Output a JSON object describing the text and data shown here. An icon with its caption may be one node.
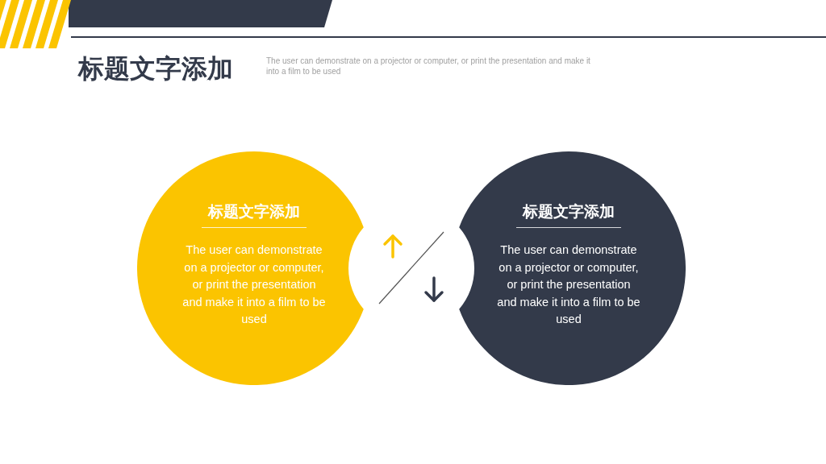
{
  "diagram": {
    "title": "标题文字添加",
    "nodes": [
      {
        "text": [
          "标题文字添加",
          "The user can demonstrate on a projector or computer, or print the presentation and make it into a film to be used"
        ]
      },
      {
        "text": [
          "标题文字添加",
          "The user can demonstrate on a projector or computer, or print the presentation and make it into a film to be used"
        ]
      }
    ],
    "labels": [
      "The user can demonstrate on a projector or computer, or print the presentation and make it into a film to be used"
    ]
  }
}
